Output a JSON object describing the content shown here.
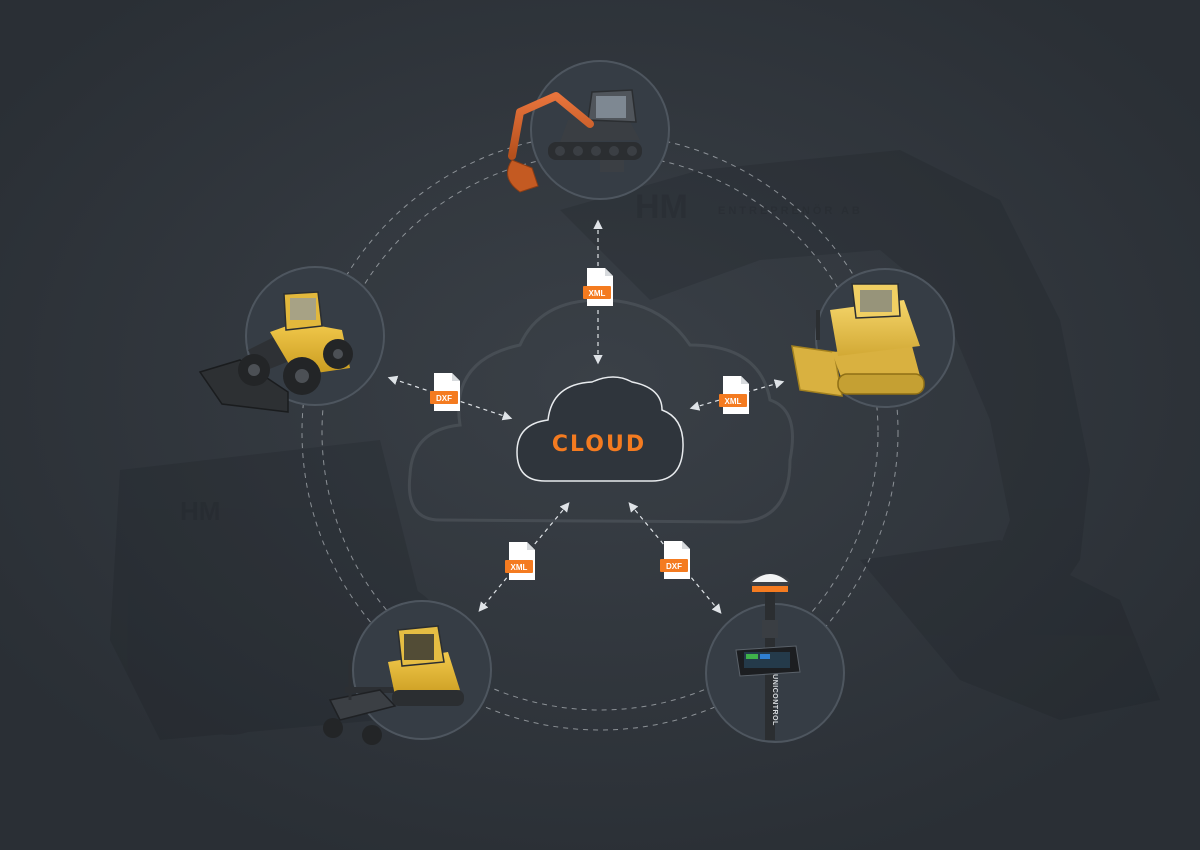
{
  "cloud": {
    "label": "CLOUD",
    "accent": "#f47b20"
  },
  "files": [
    {
      "id": "top",
      "label": "XML"
    },
    {
      "id": "left",
      "label": "DXF"
    },
    {
      "id": "right",
      "label": "XML"
    },
    {
      "id": "bottom-left",
      "label": "XML"
    },
    {
      "id": "bottom-right",
      "label": "DXF"
    }
  ],
  "machines": [
    {
      "id": "excavator",
      "icon": "excavator-icon"
    },
    {
      "id": "wheel-loader",
      "icon": "wheel-loader-icon"
    },
    {
      "id": "bulldozer",
      "icon": "bulldozer-icon"
    },
    {
      "id": "skid-steer",
      "icon": "skid-steer-grader-icon"
    },
    {
      "id": "rover",
      "icon": "gnss-rover-icon",
      "pole_text": "UNICONTROL"
    }
  ],
  "background": {
    "brand_text": "HM",
    "brand_subtext": "ENTREPRENÖR AB"
  },
  "colors": {
    "background": "#2f353c",
    "node_fill": "#363d45",
    "node_stroke": "#4e565f",
    "dashed_line": "#c8cdd2",
    "file_badge": "#f47b20"
  }
}
